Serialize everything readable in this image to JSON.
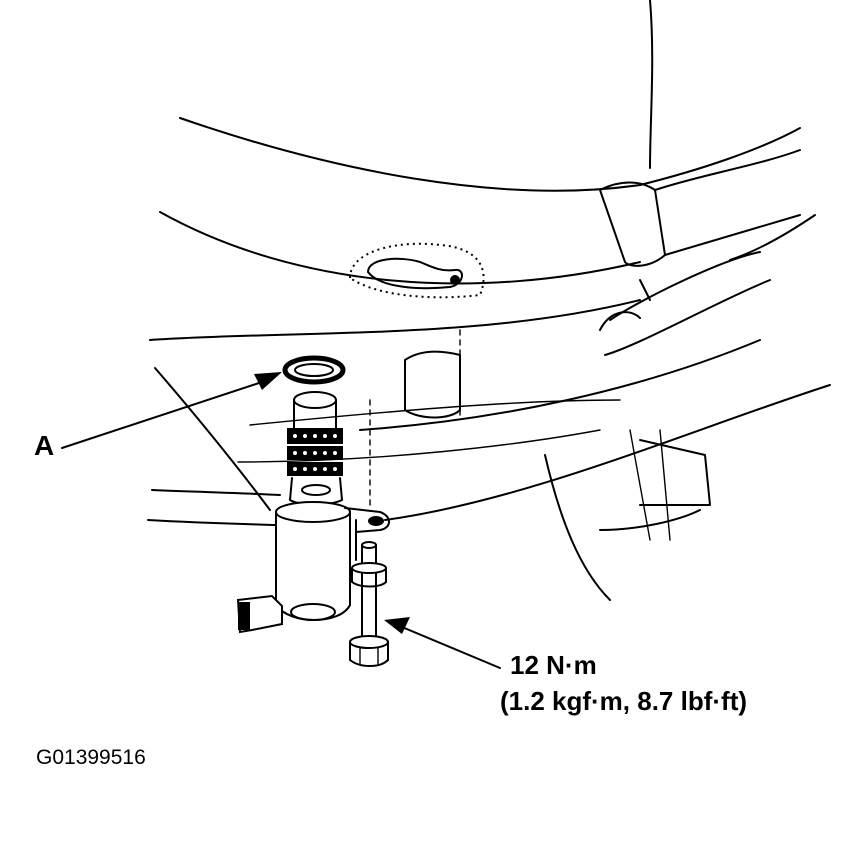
{
  "figure": {
    "callout_letter": "A",
    "torque_line1": "12 N·m",
    "torque_line2": "(1.2 kgf·m, 8.7 lbf·ft)",
    "figure_id": "G01399516"
  }
}
